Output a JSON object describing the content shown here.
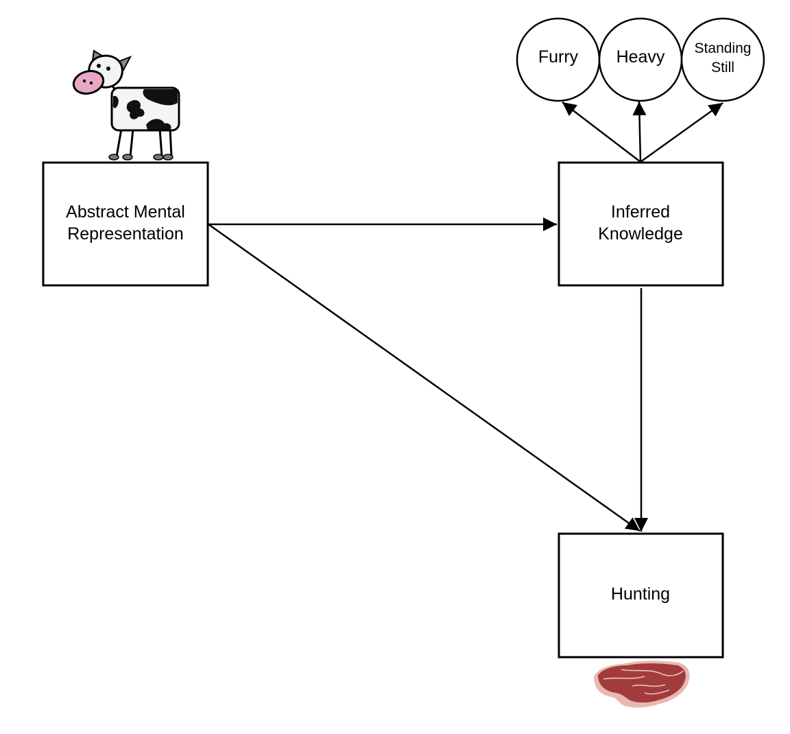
{
  "diagram": {
    "nodes": {
      "abstract": {
        "lines": [
          "Abstract Mental",
          "Representation"
        ]
      },
      "inferred": {
        "lines": [
          "Inferred",
          "Knowledge"
        ]
      },
      "hunting": {
        "lines": [
          "Hunting"
        ]
      }
    },
    "properties": [
      {
        "lines": [
          "Furry"
        ]
      },
      {
        "lines": [
          "Heavy"
        ]
      },
      {
        "lines": [
          "Standing",
          "Still"
        ]
      }
    ],
    "edges": [
      {
        "from": "abstract",
        "to": "inferred"
      },
      {
        "from": "abstract",
        "to": "hunting"
      },
      {
        "from": "inferred",
        "to": "hunting"
      },
      {
        "from": "inferred",
        "to": "Furry"
      },
      {
        "from": "inferred",
        "to": "Heavy"
      },
      {
        "from": "inferred",
        "to": "Standing Still"
      }
    ],
    "illustrations": {
      "cow": "cow-illustration",
      "steak": "steak-illustration"
    },
    "colors": {
      "stroke": "#000000",
      "cow_nose": "#e8a7c3",
      "cow_horn": "#8a8a8a",
      "steak_meat": "#a23b3b",
      "steak_fat": "#e8b8b0"
    }
  }
}
